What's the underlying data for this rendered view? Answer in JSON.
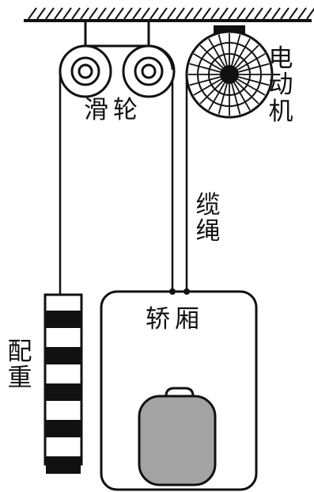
{
  "labels": {
    "pulleys": "滑轮",
    "motor": "电动机",
    "cable": "缆绳",
    "car": "轿厢",
    "counterweight": "配重"
  },
  "colors": {
    "line": "#111111",
    "background": "#ffffff",
    "counterweight_dark": "#111111",
    "load_fill": "#a3a3a3"
  }
}
